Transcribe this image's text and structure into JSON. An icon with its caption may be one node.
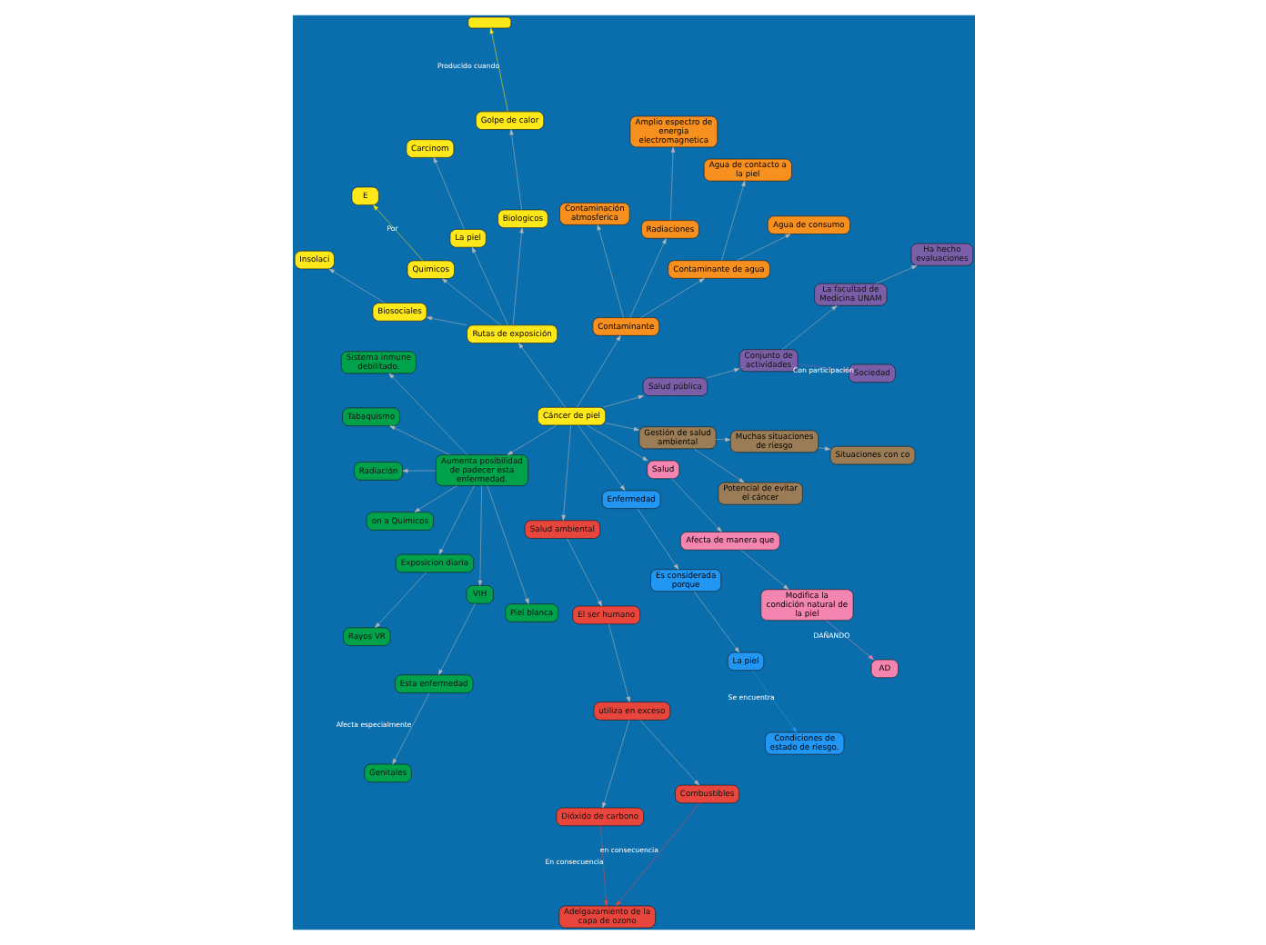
{
  "diagram": {
    "nodes": [
      {
        "text": [
          "Cáncer de piel"
        ]
      },
      {
        "text": [
          "Salud pública"
        ]
      },
      {
        "text": [
          "Conjunto de actividades"
        ]
      },
      {
        "text": [
          "Sociedad"
        ]
      },
      {
        "text": [
          "La facultad de Medicina UNAM"
        ]
      },
      {
        "text": [
          "Ha hecho evaluaciones"
        ]
      },
      {
        "text": [
          "Contaminante"
        ]
      },
      {
        "text": [
          "Contaminante de agua"
        ]
      },
      {
        "text": [
          "Agua de consumo"
        ]
      },
      {
        "text": [
          "Agua de contacto a la piel"
        ]
      },
      {
        "text": [
          "Radiaciones"
        ]
      },
      {
        "text": [
          "Amplio espectro de energia electromagnetica"
        ]
      },
      {
        "text": [
          "Contaminación atmosferica"
        ]
      },
      {
        "text": [
          "Rutas de exposición"
        ]
      },
      {
        "text": [
          "Biologicos"
        ]
      },
      {
        "text": [
          "Golpe de calor"
        ]
      },
      {
        "text": [],
        "shape": "box"
      },
      {
        "text": [
          "La piel"
        ]
      },
      {
        "text": [
          "Carcinom"
        ]
      },
      {
        "text": [
          "Quimicos"
        ]
      },
      {
        "text": [
          "E"
        ]
      },
      {
        "text": [
          "Biosociales"
        ]
      },
      {
        "text": [
          "Insolaci"
        ]
      },
      {
        "text": [
          "Aumenta posibilidad de padecer esta enfermedad."
        ]
      },
      {
        "text": [
          "Sistema inmune debilitado."
        ]
      },
      {
        "text": [
          "Tabaquismo"
        ]
      },
      {
        "text": [
          "Radiación"
        ]
      },
      {
        "text": [
          "on a Quimicos"
        ]
      },
      {
        "text": [
          "Exposicion diaria"
        ]
      },
      {
        "text": [
          "Rayos VR"
        ]
      },
      {
        "text": [
          "VIH"
        ]
      },
      {
        "text": [
          "Piel blanca"
        ]
      },
      {
        "text": [
          "Esta enfermedad"
        ]
      },
      {
        "text": [
          "Genitales"
        ]
      },
      {
        "text": [
          "Salud ambiental"
        ]
      },
      {
        "text": [
          "El ser humano"
        ]
      },
      {
        "text": [
          "utiliza en exceso"
        ]
      },
      {
        "text": [
          "Dióxido de carbono"
        ]
      },
      {
        "text": [
          "Combustibles"
        ]
      },
      {
        "text": [
          "Adelgazamiento de la capa de ozono"
        ]
      },
      {
        "text": [
          "Enfermedad"
        ]
      },
      {
        "text": [
          "Es considerada porque"
        ]
      },
      {
        "text": [
          "La piel"
        ]
      },
      {
        "text": [
          "Condiciones de estado de riesgo."
        ]
      },
      {
        "text": [
          "Salud"
        ]
      },
      {
        "text": [
          "Afecta de manera que"
        ]
      },
      {
        "text": [
          "Modifica la condición natural de la piel"
        ]
      },
      {
        "text": [
          "AD"
        ]
      },
      {
        "text": [
          "Gestión de salud ambiental"
        ]
      },
      {
        "text": [
          "Potencial de evitar el cáncer"
        ]
      },
      {
        "text": [
          "Muchas situaciones de riesgo"
        ]
      },
      {
        "text": [
          "Situaciones con co"
        ]
      }
    ],
    "edges": [
      {
        "from": 0,
        "to": 1,
        "arrow": "to"
      },
      {
        "from": 1,
        "to": 2,
        "arrow": "to"
      },
      {
        "from": 2,
        "to": 3,
        "arrow": "to",
        "label": "Con participación",
        "color": "#8e5fb0"
      },
      {
        "from": 2,
        "to": 4,
        "arrow": "to"
      },
      {
        "from": 4,
        "to": 5,
        "arrow": "to"
      },
      {
        "from": 0,
        "to": 6,
        "arrow": "to"
      },
      {
        "from": 6,
        "to": 7,
        "arrow": "to"
      },
      {
        "from": 7,
        "to": 8,
        "arrow": "to"
      },
      {
        "from": 7,
        "to": 9,
        "arrow": "to"
      },
      {
        "from": 6,
        "to": 10,
        "arrow": "to"
      },
      {
        "from": 10,
        "to": 11,
        "arrow": "to"
      },
      {
        "from": 6,
        "to": 12,
        "arrow": "to"
      },
      {
        "from": 0,
        "to": 13,
        "arrow": "to"
      },
      {
        "from": 13,
        "to": 14,
        "arrow": "to"
      },
      {
        "from": 14,
        "to": 15,
        "arrow": "to"
      },
      {
        "from": 15,
        "to": 16,
        "arrow": "to",
        "label": "Producido cuando",
        "color": "#ffe600"
      },
      {
        "from": 13,
        "to": 17,
        "arrow": "to"
      },
      {
        "from": 17,
        "to": 18,
        "arrow": "to"
      },
      {
        "from": 13,
        "to": 19,
        "arrow": "to"
      },
      {
        "from": 19,
        "to": 20,
        "arrow": "to",
        "label": "Por",
        "color": "#ffe600"
      },
      {
        "from": 13,
        "to": 21,
        "arrow": "to"
      },
      {
        "from": 21,
        "to": 22,
        "arrow": "to"
      },
      {
        "from": 0,
        "to": 23,
        "arrow": "to"
      },
      {
        "from": 23,
        "to": 24,
        "arrow": "to"
      },
      {
        "from": 23,
        "to": 25,
        "arrow": "to"
      },
      {
        "from": 23,
        "to": 26,
        "arrow": "to"
      },
      {
        "from": 23,
        "to": 27,
        "arrow": "to"
      },
      {
        "from": 23,
        "to": 28,
        "arrow": "to"
      },
      {
        "from": 28,
        "to": 29,
        "arrow": "to"
      },
      {
        "from": 23,
        "to": 30,
        "arrow": "to"
      },
      {
        "from": 23,
        "to": 31,
        "arrow": "to"
      },
      {
        "from": 30,
        "to": 32,
        "arrow": "to"
      },
      {
        "from": 32,
        "to": 33,
        "arrow": "to",
        "label": "Afecta especialmente"
      },
      {
        "from": 0,
        "to": 34,
        "arrow": "to"
      },
      {
        "from": 34,
        "to": 35,
        "arrow": "to"
      },
      {
        "from": 35,
        "to": 36,
        "arrow": "to"
      },
      {
        "from": 36,
        "to": 37,
        "arrow": "to"
      },
      {
        "from": 36,
        "to": 38,
        "arrow": "to"
      },
      {
        "from": 37,
        "to": 39,
        "arrow": "to",
        "label": "En consecuencia",
        "color": "#e8453c"
      },
      {
        "from": 38,
        "to": 39,
        "arrow": "to",
        "label": "en consecuencia",
        "color": "#e8453c"
      },
      {
        "from": 0,
        "to": 40,
        "arrow": "to"
      },
      {
        "from": 40,
        "to": 41,
        "arrow": "to"
      },
      {
        "from": 41,
        "to": 42,
        "arrow": "to"
      },
      {
        "from": 42,
        "to": 43,
        "arrow": "to",
        "label": "Se encuentra",
        "color": "#2196f3"
      },
      {
        "from": 0,
        "to": 44,
        "arrow": "to"
      },
      {
        "from": 44,
        "to": 45,
        "arrow": "to"
      },
      {
        "from": 45,
        "to": 46,
        "arrow": "to"
      },
      {
        "from": 46,
        "to": 47,
        "arrow": "to",
        "label": "DAÑANDO",
        "color": "#f080b0"
      },
      {
        "from": 0,
        "to": 48,
        "arrow": "to"
      },
      {
        "from": 48,
        "to": 49,
        "arrow": "to"
      },
      {
        "from": 48,
        "to": 50,
        "arrow": "to"
      },
      {
        "from": 50,
        "to": 51,
        "arrow": "to"
      }
    ]
  }
}
